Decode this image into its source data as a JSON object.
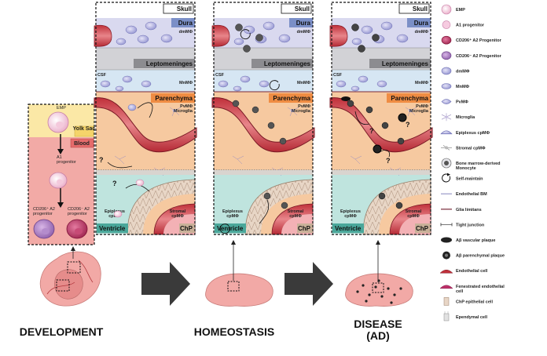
{
  "development": {
    "yolk_sac": "Yolk Sac",
    "blood": "Blood",
    "emp": "EMP",
    "a1_progenitor": "A1\nprogenitor",
    "cd206_pos": "CD206⁺ A2\nprogenitor",
    "cd206_neg": "CD206⁻ A2\nprogenitor"
  },
  "layers": {
    "skull": "Skull",
    "dura": "Dura",
    "dm": "dmMΦ",
    "lepto": "Leptomeninges",
    "csf": "CSF",
    "mn": "MnMΦ",
    "parenchyma": "Parenchyma",
    "pv": "PvMΦ",
    "microglia": "Microglia",
    "ventricle": "Ventricle",
    "chp": "ChP",
    "epiplexus": "Epiplexus\ncpMΦ",
    "stromal": "Stromal\ncpMΦ",
    "question": "?"
  },
  "stages": {
    "development": "DEVELOPMENT",
    "homeostasis": "HOMEOSTASIS",
    "disease": "DISEASE\n(AD)"
  },
  "legend": [
    {
      "label": "EMP",
      "icon": "emp-cell-icon"
    },
    {
      "label": "A1 progenitor",
      "icon": "a1-progenitor-icon"
    },
    {
      "label": "CD206⁺ A2 Progenitor",
      "icon": "cd206-pos-icon"
    },
    {
      "label": "CD206⁻ A2 Progenitor",
      "icon": "cd206-neg-icon"
    },
    {
      "label": "dmMΦ",
      "icon": "dm-macrophage-icon"
    },
    {
      "label": "MnMΦ",
      "icon": "mn-macrophage-icon"
    },
    {
      "label": "PvMΦ",
      "icon": "pv-macrophage-icon"
    },
    {
      "label": "Microglia",
      "icon": "microglia-icon"
    },
    {
      "label": "Epiplexus cpMΦ",
      "icon": "epiplexus-icon"
    },
    {
      "label": "Stromal cpMΦ",
      "icon": "stromal-icon"
    },
    {
      "label": "Bone marrow-derived\nMonocyte",
      "icon": "monocyte-icon"
    },
    {
      "label": "Self-maintain",
      "icon": "self-maintain-icon"
    },
    {
      "label": "Endothelial BM",
      "icon": "endothelial-bm-icon"
    },
    {
      "label": "Glia limitans",
      "icon": "glia-limitans-icon"
    },
    {
      "label": "Tight junction",
      "icon": "tight-junction-icon"
    },
    {
      "label": "Aβ vascular plaque",
      "icon": "vascular-plaque-icon"
    },
    {
      "label": "Aβ parenchymal plaque",
      "icon": "parenchymal-plaque-icon"
    },
    {
      "label": "Endothelial cell",
      "icon": "endothelial-cell-icon"
    },
    {
      "label": "Fenestrated endothelial\ncell",
      "icon": "fenestrated-cell-icon"
    },
    {
      "label": "ChP epithelial cell",
      "icon": "chp-epithelial-icon"
    },
    {
      "label": "Ependymal cell",
      "icon": "ependymal-cell-icon"
    }
  ]
}
